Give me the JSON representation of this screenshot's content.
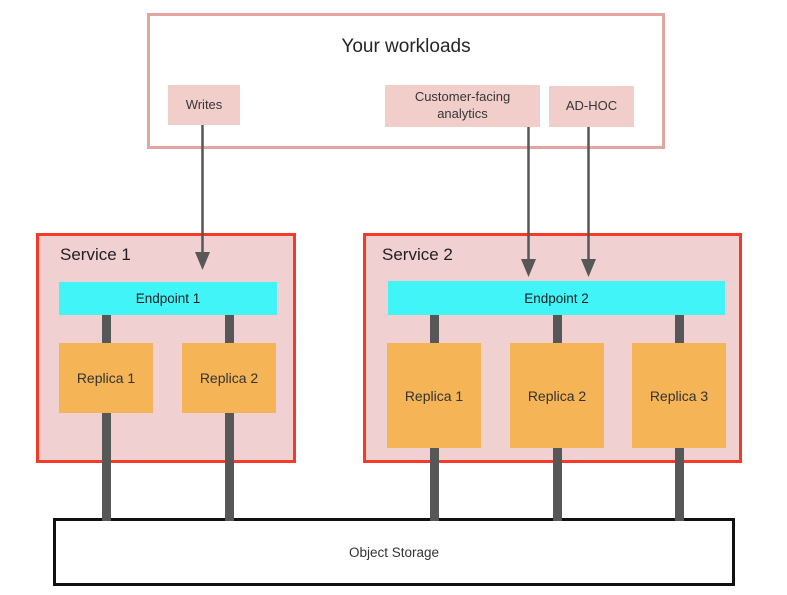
{
  "diagram": {
    "workloads": {
      "title": "Your workloads",
      "items": [
        {
          "label": "Writes"
        },
        {
          "label": "Customer-facing analytics"
        },
        {
          "label": "AD-HOC"
        }
      ]
    },
    "services": [
      {
        "name": "Service 1",
        "endpoint": "Endpoint 1",
        "replicas": [
          "Replica 1",
          "Replica 2"
        ]
      },
      {
        "name": "Service 2",
        "endpoint": "Endpoint 2",
        "replicas": [
          "Replica 1",
          "Replica 2",
          "Replica 3"
        ]
      }
    ],
    "storage": {
      "label": "Object Storage"
    },
    "colors": {
      "workloads_border": "#e3a5a1",
      "chip_fill": "#f2cecb",
      "service_border": "#f43b2a",
      "service_fill": "#f0d0d1",
      "endpoint_fill": "#41f4f8",
      "replica_fill": "#f5b455",
      "connector_gray": "#575757",
      "storage_border": "#111111"
    }
  }
}
